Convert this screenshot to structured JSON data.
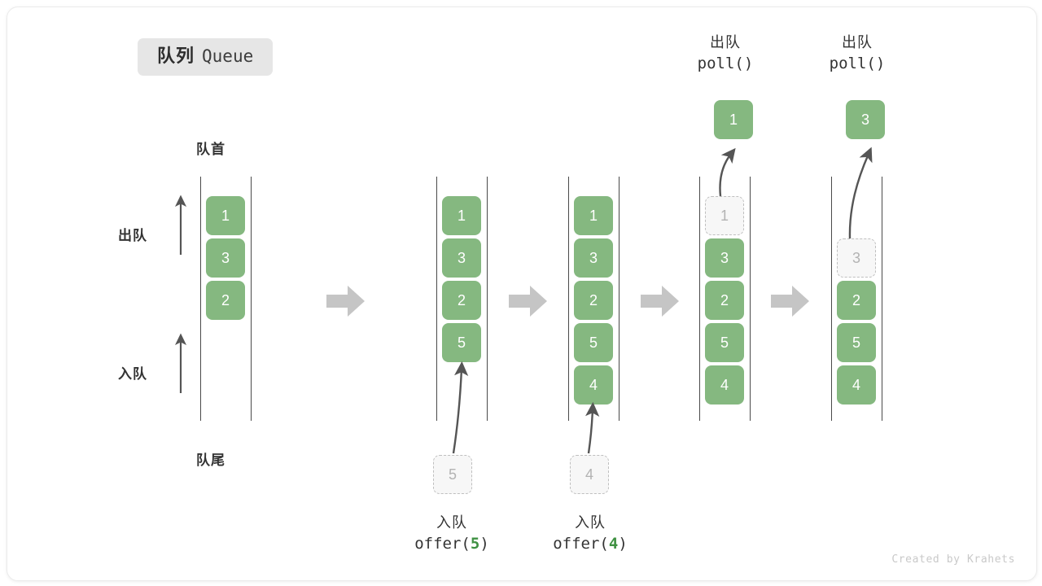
{
  "title": {
    "cn": "队列",
    "en": "Queue"
  },
  "labels": {
    "head": "队首",
    "tail": "队尾",
    "dequeue_side": "出队",
    "enqueue_side": "入队"
  },
  "watermark": "Created by Krahets",
  "colors": {
    "element": "#85b880",
    "element_text": "#ffffff",
    "ghost_fill": "#f7f7f7",
    "ghost_border": "#bfbfbf",
    "ghost_text": "#b3b3b3",
    "rail": "#4a4a4a",
    "flow_arrow": "#c5c5c5",
    "op_arrow": "#555555",
    "badge_bg": "#e6e6e6",
    "code_arg": "#3f9142"
  },
  "columns": [
    {
      "name": "initial-queue",
      "cells": [
        {
          "value": "1",
          "state": "filled"
        },
        {
          "value": "3",
          "state": "filled"
        },
        {
          "value": "2",
          "state": "filled"
        }
      ],
      "operation": null,
      "popped": null,
      "incoming": null,
      "caption": null
    },
    {
      "name": "after-offer-5",
      "cells": [
        {
          "value": "1",
          "state": "filled"
        },
        {
          "value": "3",
          "state": "filled"
        },
        {
          "value": "2",
          "state": "filled"
        },
        {
          "value": "5",
          "state": "filled"
        }
      ],
      "operation": "enqueue",
      "popped": null,
      "incoming": {
        "value": "5",
        "state": "ghost"
      },
      "caption": {
        "cn": "入队",
        "code_prefix": "offer(",
        "arg": "5",
        "code_suffix": ")"
      }
    },
    {
      "name": "after-offer-4",
      "cells": [
        {
          "value": "1",
          "state": "filled"
        },
        {
          "value": "3",
          "state": "filled"
        },
        {
          "value": "2",
          "state": "filled"
        },
        {
          "value": "5",
          "state": "filled"
        },
        {
          "value": "4",
          "state": "filled"
        }
      ],
      "operation": "enqueue",
      "popped": null,
      "incoming": {
        "value": "4",
        "state": "ghost"
      },
      "caption": {
        "cn": "入队",
        "code_prefix": "offer(",
        "arg": "4",
        "code_suffix": ")"
      }
    },
    {
      "name": "after-poll-1",
      "cells": [
        {
          "value": "1",
          "state": "ghost"
        },
        {
          "value": "3",
          "state": "filled"
        },
        {
          "value": "2",
          "state": "filled"
        },
        {
          "value": "5",
          "state": "filled"
        },
        {
          "value": "4",
          "state": "filled"
        }
      ],
      "operation": "dequeue",
      "popped": {
        "value": "1"
      },
      "incoming": null,
      "header": {
        "cn": "出队",
        "code": "poll()"
      }
    },
    {
      "name": "after-poll-3",
      "cells": [
        {
          "value": "3",
          "state": "ghost"
        },
        {
          "value": "2",
          "state": "filled"
        },
        {
          "value": "5",
          "state": "filled"
        },
        {
          "value": "4",
          "state": "filled"
        }
      ],
      "operation": "dequeue",
      "popped": {
        "value": "3"
      },
      "incoming": null,
      "header": {
        "cn": "出队",
        "code": "poll()"
      }
    }
  ]
}
